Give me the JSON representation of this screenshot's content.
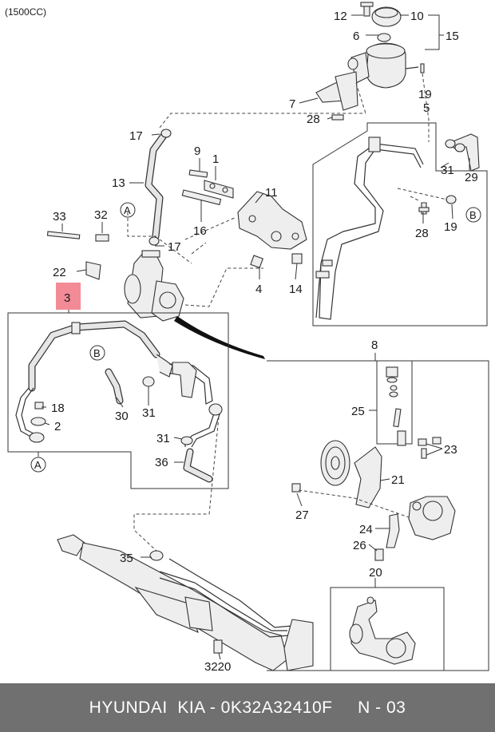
{
  "variant_label": "(1500CC)",
  "callouts": {
    "c12": "12",
    "c10": "10",
    "c6": "6",
    "c15": "15",
    "c19a": "19",
    "c7": "7",
    "c28a": "28",
    "c5": "5",
    "c17a": "17",
    "c9": "9",
    "c1": "1",
    "c13": "13",
    "c31a": "31",
    "c29": "29",
    "c11": "11",
    "c33": "33",
    "c32": "32",
    "cA1": "A",
    "c16": "16",
    "c17b": "17",
    "c28b": "28",
    "c19b": "19",
    "cB1": "B",
    "c22": "22",
    "c4": "4",
    "c14": "14",
    "c3": "3",
    "c8": "8",
    "cB2": "B",
    "c18": "18",
    "c2": "2",
    "c30": "30",
    "c31b": "31",
    "c25": "25",
    "c31c": "31",
    "c23": "23",
    "c36": "36",
    "cA2": "A",
    "c21": "21",
    "c27": "27",
    "c24": "24",
    "c26": "26",
    "c35": "35",
    "c20": "20",
    "c3220": "3220"
  },
  "highlight_color": "#f28b96",
  "footer": {
    "text": "HYUNDAI  KIA - 0K32A32410F     N - 03",
    "bg_color": "#707070"
  }
}
